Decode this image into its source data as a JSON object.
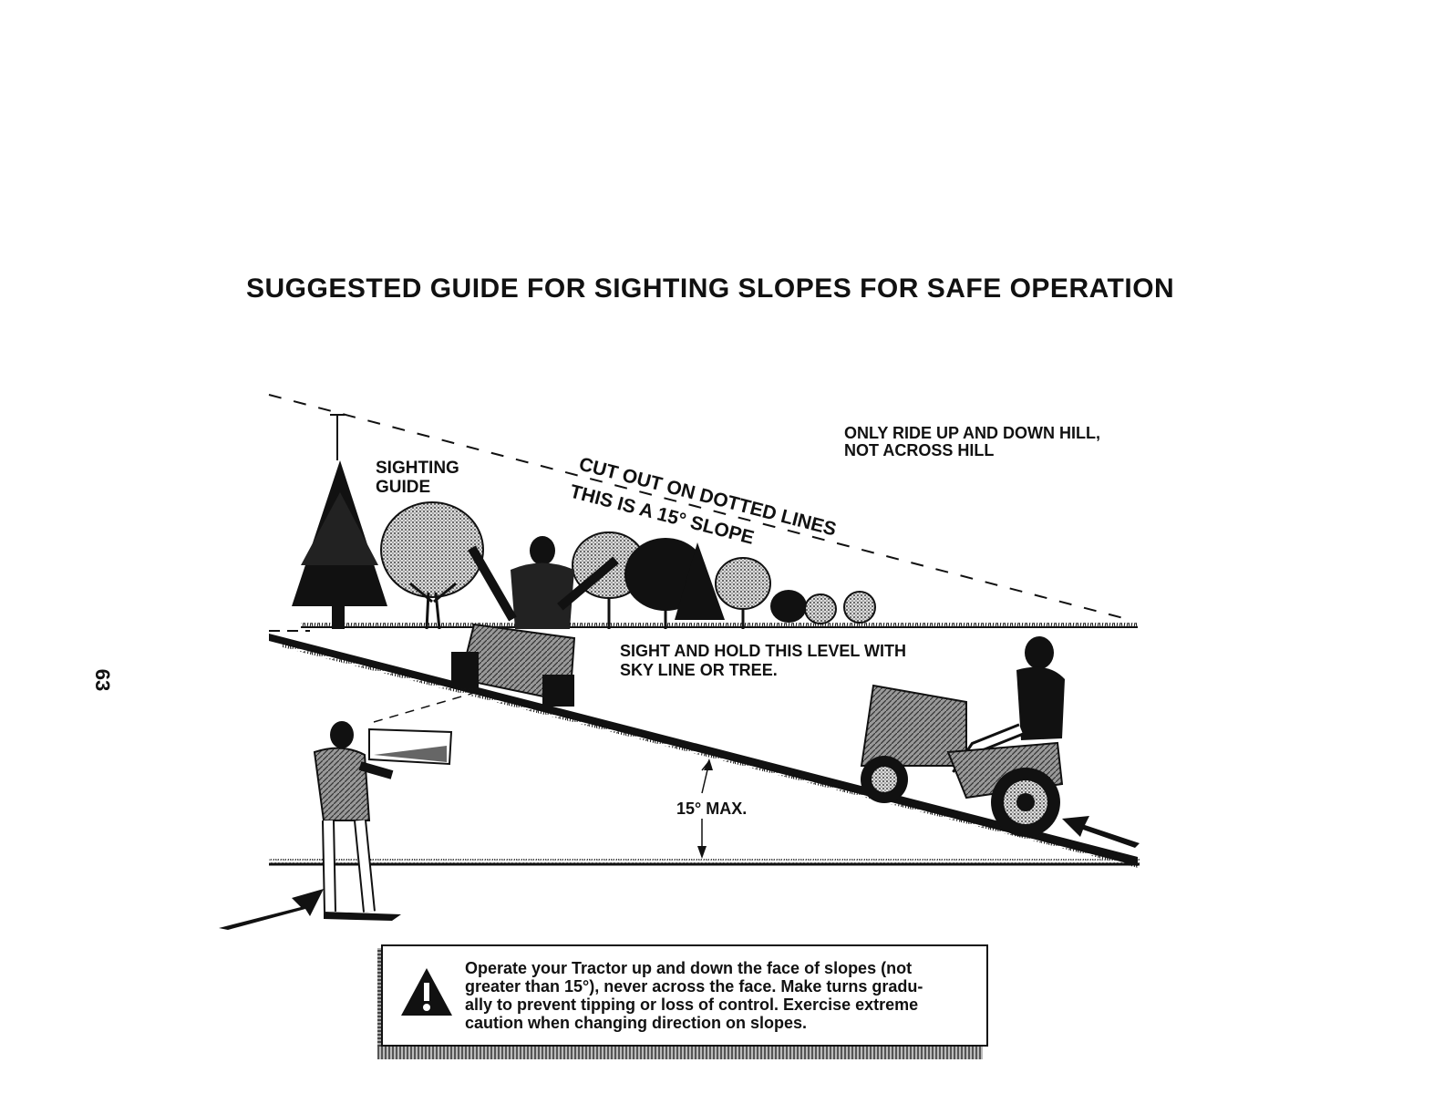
{
  "title": "SUGGESTED GUIDE FOR SIGHTING SLOPES FOR SAFE OPERATION",
  "page_number": "63",
  "labels": {
    "sighting_guide_line1": "SIGHTING",
    "sighting_guide_line2": "GUIDE",
    "cut_out": "CUT OUT ON DOTTED LINES",
    "slope_note": "THIS IS A 15° SLOPE",
    "ride_rule_line1": "ONLY RIDE UP AND DOWN HILL,",
    "ride_rule_line2": "NOT ACROSS HILL",
    "sight_hold_line1": "SIGHT AND HOLD THIS LEVEL WITH",
    "sight_hold_line2": "SKY LINE OR TREE.",
    "max_angle": "15° MAX."
  },
  "warning": {
    "icon": "warning-triangle-icon",
    "lines": [
      "Operate your Tractor up and down the face of slopes (not",
      "greater than 15°), never across the face. Make turns gradu-",
      "ally to prevent tipping or loss of control. Exercise extreme",
      "caution when changing direction on slopes."
    ]
  }
}
